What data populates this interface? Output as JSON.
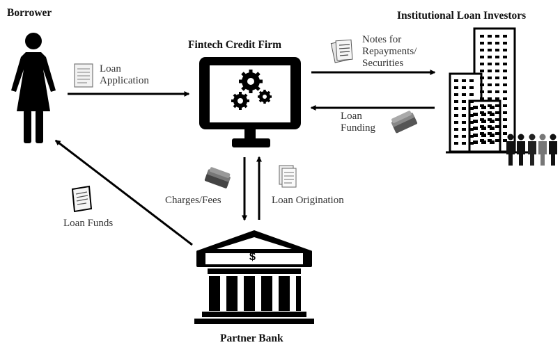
{
  "nodes": {
    "borrower": "Borrower",
    "fintech": "Fintech Credit Firm",
    "investors": "Institutional Loan Investors",
    "bank": "Partner Bank"
  },
  "flows": {
    "loan_application": "Loan\nApplication",
    "notes": "Notes for\nRepayments/\nSecurities",
    "loan_funding": "Loan\nFunding",
    "charges_fees": "Charges/Fees",
    "loan_origination": "Loan Origination",
    "loan_funds": "Loan Funds"
  },
  "bank_symbol": "$",
  "icons": [
    "person-icon",
    "computer-gears-icon",
    "office-buildings-icon",
    "investor-group-icon",
    "bank-building-icon",
    "document-icon",
    "documents-stack-icon",
    "money-stack-icon"
  ]
}
